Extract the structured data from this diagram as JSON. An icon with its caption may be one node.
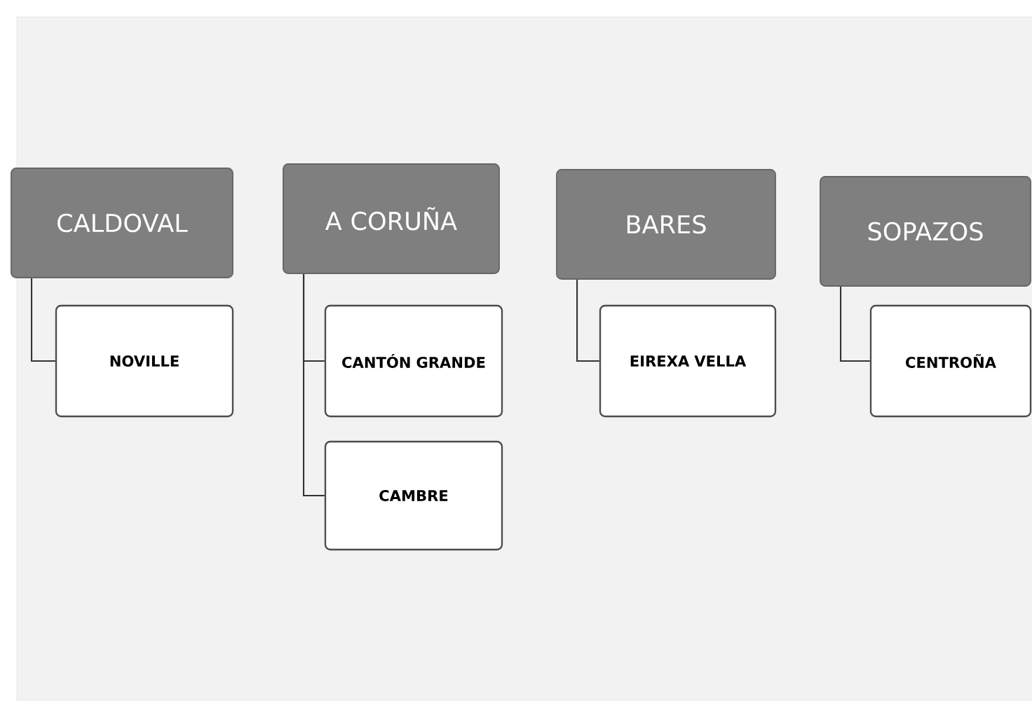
{
  "diagram": {
    "nodes": [
      {
        "text": [
          "CALDOVAL"
        ]
      },
      {
        "text": [
          "NOVILLE"
        ]
      },
      {
        "text": [
          "A CORUÑA"
        ]
      },
      {
        "text": [
          "CANTÓN GRANDE"
        ]
      },
      {
        "text": [
          "CAMBRE"
        ]
      },
      {
        "text": [
          "BARES"
        ]
      },
      {
        "text": [
          "EIREXA VELLA"
        ]
      },
      {
        "text": [
          "SOPAZOS"
        ]
      },
      {
        "text": [
          "CENTROÑA"
        ]
      }
    ],
    "edges": [
      {
        "from": 0,
        "to": 1,
        "arrow": "none"
      },
      {
        "from": 2,
        "to": 3,
        "arrow": "none"
      },
      {
        "from": 2,
        "to": 4,
        "arrow": "none"
      },
      {
        "from": 5,
        "to": 6,
        "arrow": "none"
      },
      {
        "from": 7,
        "to": 8,
        "arrow": "none"
      }
    ]
  }
}
